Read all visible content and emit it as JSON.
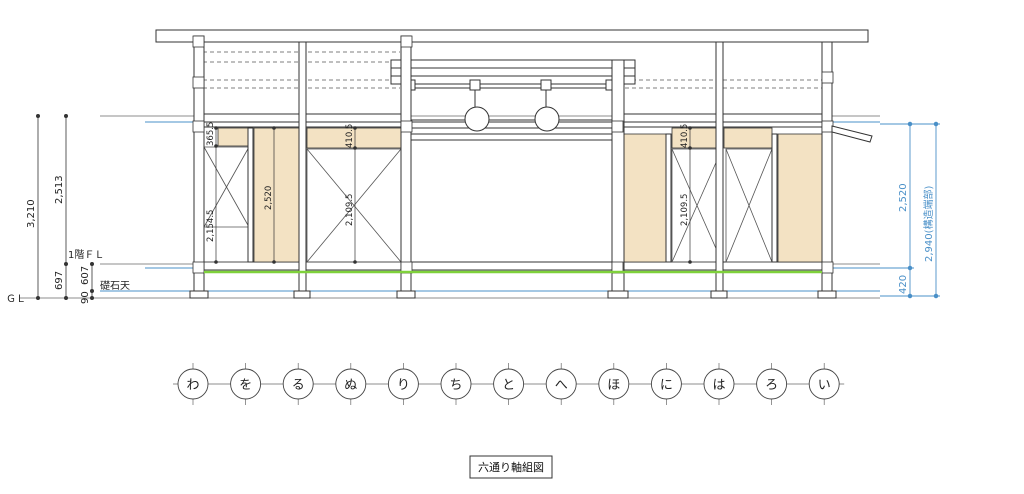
{
  "title": "六通り軸組図",
  "grid_labels": [
    "わ",
    "を",
    "る",
    "ぬ",
    "り",
    "ち",
    "と",
    "へ",
    "ほ",
    "に",
    "は",
    "ろ",
    "い"
  ],
  "level_labels": {
    "floor": "1階ＦＬ",
    "foundation_top": "礎石天",
    "ground": "ＧＬ"
  },
  "left_dims": {
    "total": "3,210",
    "upper": "2,513",
    "lower": "697",
    "floor_to_stone": "607",
    "stone_to_gl": "90"
  },
  "right_dims": {
    "total": "2,940(構造端部)",
    "upper": "2,520",
    "lower": "420"
  },
  "wall_dims": {
    "a_top": "365.5",
    "a_opening": "2,154.5",
    "b_wall": "2,520",
    "c_top": "410.5",
    "c_opening": "2,109.5",
    "d_top": "410.5",
    "d_opening": "2,109.5"
  },
  "colors": {
    "line": "#333333",
    "blue_dim": "#4a90c8",
    "wall_fill": "#f3e2c3",
    "green": "#7fd13b"
  }
}
